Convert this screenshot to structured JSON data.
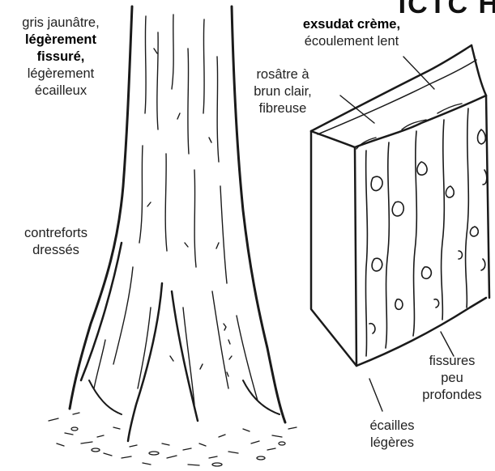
{
  "corner_text": "ICTC  H",
  "labels": {
    "bark_color": {
      "line1": "gris jaunâtre,",
      "line2": "légèrement",
      "line3": "fissuré,",
      "line4": "légèrement",
      "line5": "écailleux"
    },
    "exudate": {
      "line1": "exsudat crème,",
      "line2": "écoulement lent"
    },
    "inner_bark": {
      "line1": "rosâtre à",
      "line2": "brun clair,",
      "line3": "fibreuse"
    },
    "buttresses": {
      "line1": "contreforts",
      "line2": "dressés"
    },
    "fissures": {
      "line1": "fissures",
      "line2": "peu",
      "line3": "profondes"
    },
    "scales": {
      "line1": "écailles",
      "line2": "légères"
    }
  }
}
